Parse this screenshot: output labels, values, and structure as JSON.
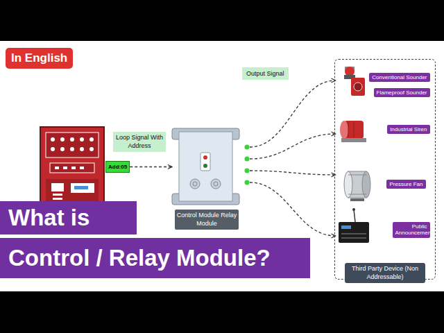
{
  "diagram": {
    "nodes": [
      {
        "text": [
          "In English"
        ]
      },
      {
        "text": [
          "What is"
        ]
      },
      {
        "text": [
          "Control / Relay Module?"
        ]
      },
      {
        "text": [
          "Add:05"
        ]
      },
      {
        "text": [
          "Loop Signal With Address"
        ]
      },
      {
        "text": [
          "Output Signal"
        ]
      },
      {
        "text": [
          "Control Module Relay Module"
        ]
      },
      {
        "text": [
          "Third Party Device (Non Addressable)"
        ]
      },
      {
        "text": [
          "Conventional Sounder"
        ],
        "in": 7
      },
      {
        "text": [
          "Flameproof Sounder"
        ],
        "in": 7
      },
      {
        "text": [
          "Industrial Siren"
        ],
        "in": 7
      },
      {
        "text": [
          "Pressure Fan"
        ],
        "in": 7
      },
      {
        "text": [
          "Public Announcement"
        ],
        "in": 7
      }
    ],
    "edges": [
      {
        "from": 3,
        "to": 6,
        "arrow": "to"
      },
      {
        "from": 6,
        "to": 8,
        "arrow": "to"
      },
      {
        "from": 6,
        "to": 10,
        "arrow": "to"
      },
      {
        "from": 6,
        "to": 11,
        "arrow": "to"
      },
      {
        "from": 6,
        "to": 12,
        "arrow": "to"
      }
    ]
  }
}
